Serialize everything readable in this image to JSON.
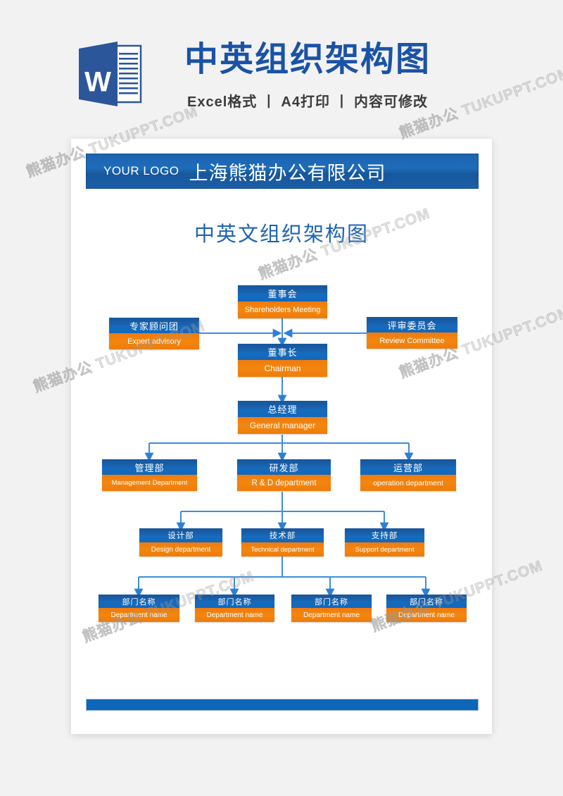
{
  "banner": {
    "icon": "word-document-icon",
    "icon_letter": "W",
    "title": "中英组织架构图",
    "subtitle": "Excel格式 丨 A4打印 丨 内容可修改"
  },
  "document": {
    "logo_placeholder": "YOUR LOGO",
    "company_name": "上海熊猫办公有限公司",
    "chart_title": "中英文组织架构图"
  },
  "watermarks": [
    "熊猫办公 TUKUPPT.COM",
    "熊猫办公 TUKUPPT.COM",
    "熊猫办公 TUKUPPT.COM",
    "熊猫办公 TUKUPPT.COM",
    "熊猫办公 TUKUPPT.COM",
    "熊猫办公 TUKUPPT.COM"
  ],
  "colors": {
    "header_blue": "#1a60aa",
    "node_blue": "#15599f",
    "node_orange": "#f0800e",
    "title_blue": "#1e63b4",
    "connector_blue": "#3e8ddd",
    "page_bg": "#ffffff",
    "app_bg": "#f2f2f2",
    "word_icon_blue": "#2b579a"
  },
  "chart_data": {
    "type": "diagram",
    "title": "中英文组织架构图",
    "orientation": "top-down",
    "nodes": [
      {
        "id": "board",
        "cn": "董事会",
        "en": "Shareholders Meeting",
        "level": 1
      },
      {
        "id": "advisory",
        "cn": "专家顾问团",
        "en": "Expert advisory",
        "level": 2
      },
      {
        "id": "review",
        "cn": "评审委员会",
        "en": "Review Committee",
        "level": 2
      },
      {
        "id": "chairman",
        "cn": "董事长",
        "en": "Chairman",
        "level": 2
      },
      {
        "id": "gm",
        "cn": "总经理",
        "en": "General manager",
        "level": 3
      },
      {
        "id": "mgmt",
        "cn": "管理部",
        "en": "Management Department",
        "level": 4
      },
      {
        "id": "rd",
        "cn": "研发部",
        "en": "R & D department",
        "level": 4
      },
      {
        "id": "ops",
        "cn": "运营部",
        "en": "operation department",
        "level": 4
      },
      {
        "id": "design",
        "cn": "设计部",
        "en": "Design department",
        "level": 5
      },
      {
        "id": "tech",
        "cn": "技术部",
        "en": "Technical department",
        "level": 5
      },
      {
        "id": "support",
        "cn": "支持部",
        "en": "Support department",
        "level": 5
      },
      {
        "id": "dept1",
        "cn": "部门名称",
        "en": "Department name",
        "level": 6
      },
      {
        "id": "dept2",
        "cn": "部门名称",
        "en": "Department name",
        "level": 6
      },
      {
        "id": "dept3",
        "cn": "部门名称",
        "en": "Department name",
        "level": 6
      },
      {
        "id": "dept4",
        "cn": "部门名称",
        "en": "Department name",
        "level": 6
      }
    ],
    "edges": [
      {
        "from": "board",
        "to": "chairman"
      },
      {
        "from": "advisory",
        "to": "chairman"
      },
      {
        "from": "review",
        "to": "chairman"
      },
      {
        "from": "chairman",
        "to": "gm"
      },
      {
        "from": "gm",
        "to": "mgmt"
      },
      {
        "from": "gm",
        "to": "rd"
      },
      {
        "from": "gm",
        "to": "ops"
      },
      {
        "from": "rd",
        "to": "design"
      },
      {
        "from": "rd",
        "to": "tech"
      },
      {
        "from": "rd",
        "to": "support"
      },
      {
        "from": "tech",
        "to": "dept1"
      },
      {
        "from": "tech",
        "to": "dept2"
      },
      {
        "from": "tech",
        "to": "dept3"
      },
      {
        "from": "tech",
        "to": "dept4"
      }
    ]
  }
}
